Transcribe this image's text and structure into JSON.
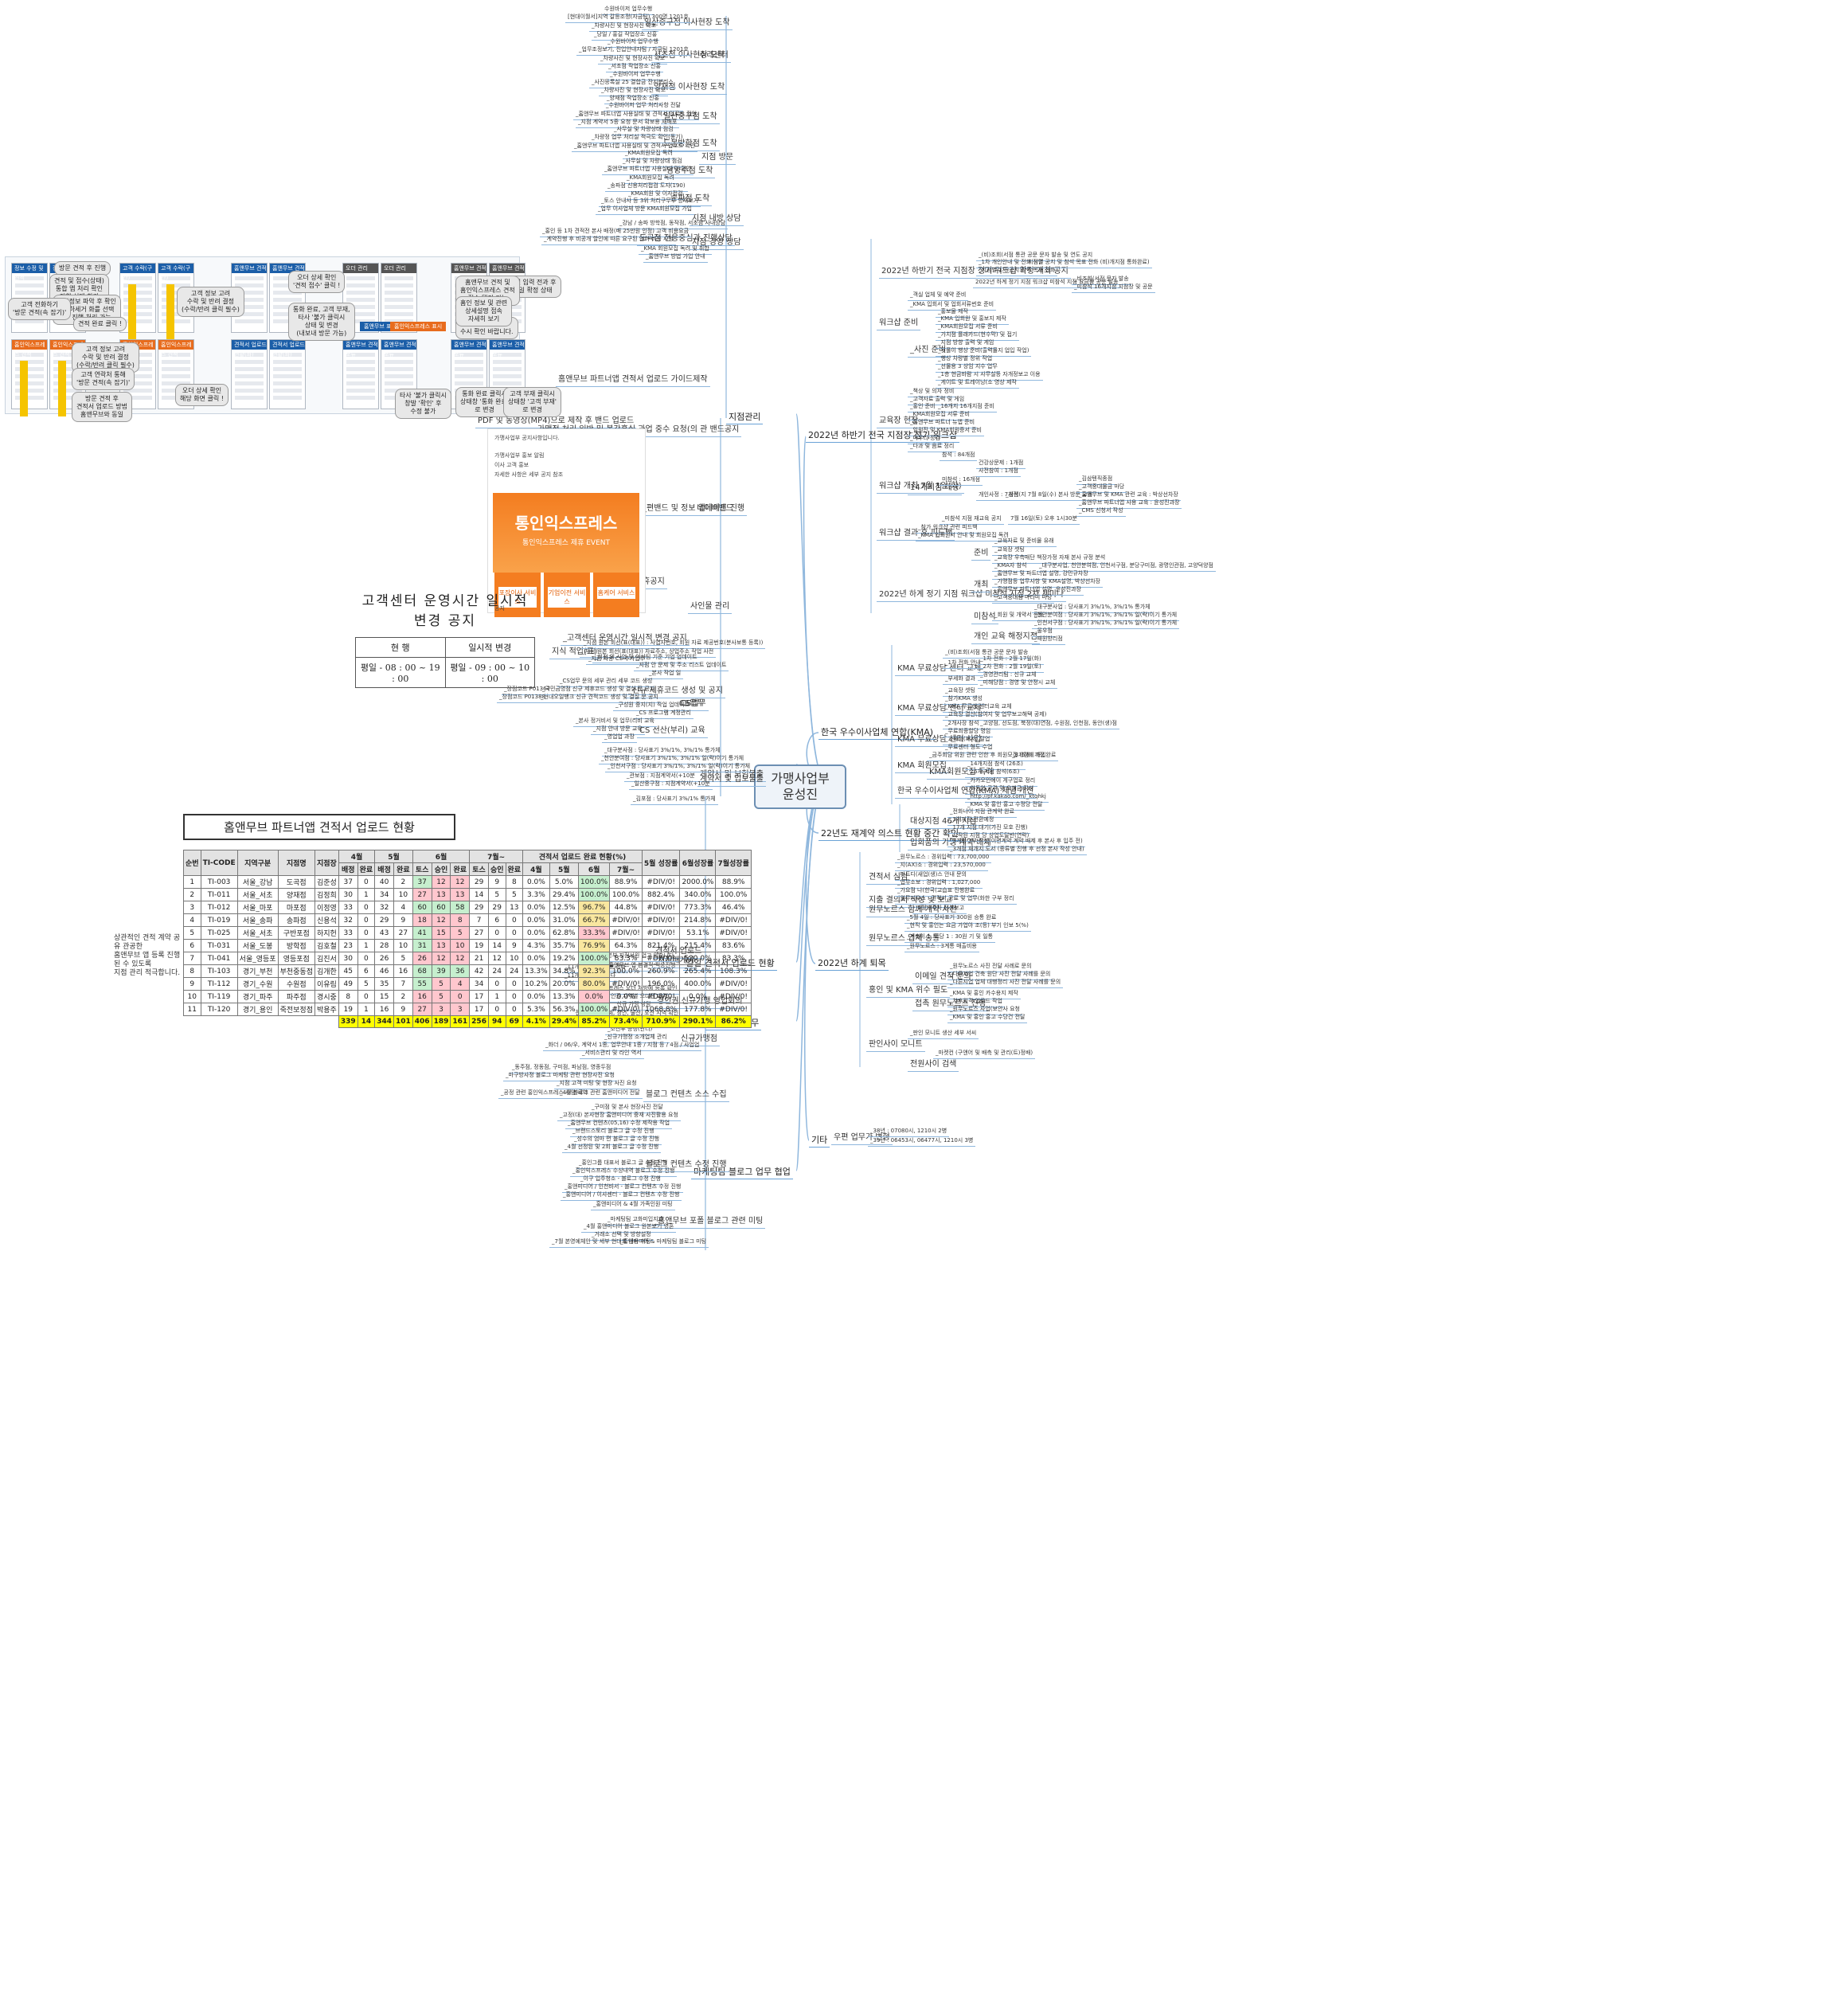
{
  "root": "가맹사업부\n윤성진",
  "nodes": {
    "branch_mgmt": "지점관리",
    "kma": "한국 우수이사업체 연합(KMA)",
    "exit_list": "22년도 재계약 의스트 현황 중간 확인",
    "hy_plan": "2022년 하계 퇴목",
    "other": "기타",
    "daily_upload": "일일 견적서 업로드 현황",
    "new_franchise": "신규가맹 업무",
    "marketing": "마케팅팀 블로그 업무 협업",
    "upper_h1": "2022년 하반기 전국 지점장 정기 워크샵",
    "sugalsi": "수리센터",
    "jijeom_gwalli": "지점 방문",
    "yeonhap": "지점 내방 상담",
    "jijeom_gyeongyeong": "지점 경영 상담",
    "nemo": "네이버밴드",
    "ilban": "사인물 관리",
    "cs": "CS업무",
    "hoegye": "계약서 및 보험불출"
  },
  "labels": {
    "r1": "수원바이저 업무수행",
    "r2": "[현대이월서]지역 갈등조정(자금팀) 300명 1201호",
    "r3": "_차량사진 및 현장사진 확보",
    "r4": "_당일 / 홍길 작업장소 신홍",
    "r5": "_수원바이저 업무수행",
    "r6": "_업무조정보기, 진입안내자팀 / 자금팀 1201호",
    "r7": "_차량사진 및 현장사진 확보",
    "r8": "_서초점 작업장소 신홍",
    "r9": "_수원바이저 업무수행",
    "r10": "_사진등록실 25 결합금 잔지분리스",
    "r11": "_차량사진 및 현장사진 확보",
    "r12": "_양재점 작업장소 신홍",
    "v1": "_수원바이저 업무 처리사항 전달",
    "v2": "_홈앤무브 파트너앱 사용실태 및 견적서 업로드 확인",
    "v3": "_지점 계약서 5종 요청 문서 확보용 재배포",
    "v4": "_사무실 및 차량상태 점검",
    "v5": "_차량정 업무 처리실 적극도 확인(동기)",
    "v6": "_홈앤무브 파트너앱 사용실태 및 견적서 업로드 확인",
    "v7": "_KMA회원모집 독려",
    "v8": "_사무실 및 차량상태 점검",
    "v9": "_홈앤무브 파트너앱 사용실태 및 확인",
    "v10": "_KMA회원모집 독려",
    "v11": "_송파점 신용처리접검 도자(190)",
    "v12": "_KMA회원 및 이자접검",
    "v13": "_토스 안내사 등 3위 처리구무부 양재보기",
    "v14": "_업무 이사업체 방문 KMA회원모집 가입",
    "s1": "일산중구점 이사현장 도착",
    "s2": "서초점 이사현장 도착",
    "s3": "양재점 이사현장 도착",
    "s4": "일산중구점 도착",
    "s5": "도봉방학점 도착",
    "s6": "남양주점 도착",
    "s7": "송파점 도착",
    "c1": "_강남 / 송파 방학점, 동작점, 서초점 사내상담",
    "c2": "_홍인 등 1차 견적전 본사 배정(배 25만원 인정) 고객 비용요금",
    "c3": "_계약진행 후 비공개 할인에 따른 요구된 인하 비용 사항",
    "c4": "도곡점 전용중심과 진행상담",
    "c5": "_KMA 회원모집 독려 및 취합",
    "c6": "_홈앤무브 방법 가입 안내",
    "ws1": "2022년 하반기 전국 지점장 정기 워크샵 확정 개최 공지",
    "ws2": "_(비)조회(서점 통관 공문 문자 발송 및 연도 공지",
    "ws3": "_1차 개인안내 및 전화 전달",
    "ws4": "지점별 공지 및 참석 목표 전화 (비)개지점 통화완료)",
    "ws5": "_지점별 1차 공지 참석 목표 전화",
    "ws6": "2022년 하계 정기 지점 워크샵 미참석 지점 요금품 공문 발송",
    "ws7": "_비조회(서점 문자 발송",
    "ws8": "_미참석 16개지점 지점장 및 공문",
    "ws9": "워크샵 준비",
    "ws10": "_객실 업체 및 예약 준비",
    "ws11": "_KMA 입회서 및 업회서류번호 준비",
    "ws12": "_홍보물 제작",
    "ws13": "_KMA 입회원 및 홍보지 제작",
    "ws14": "_KMA회원모집 서류 준비",
    "ws15": "_가치점 플래카드(현수막) 및 접기",
    "ws16": "_지점 방향 출력 및 게임",
    "ws17": "_뒷풀이 행상 준비(출력물지 업입 작업)",
    "ws18": "_행상 차량별 정위 작업",
    "ws19": "_선물용 3 상임 지수 업무",
    "ws20": "_사진 준비",
    "ws21": "_1층 현금바람 시 사무실등 자개정보고 이용",
    "ws22": "_게이트 및 트레이닝(소 영상 제작",
    "ws23": "_책상 및 의자 정비",
    "ws24": "_고객자료 출력 및 게임",
    "ws25": "_홍인 준비",
    "ws26": "_16개지 16개지점 준비",
    "ws27": "_KMA회원모집 서류 준비",
    "ws28": "_홈앤무브 파트너 뉴앱 준비",
    "ws29": "_임원진 및 KMA회원증서 준비",
    "ws30": "_마무리 정검",
    "ws31": "_다과 및 음료 정리",
    "ws32": "교육장 현장",
    "ws33": "워크샵 개최\n7월 1일(화)",
    "ws34": "참석 : 84개점",
    "ws35": "미참석 : 16개점",
    "ws36": "건강상문제 : 1개점",
    "ws37": "사전참여 : 1개점",
    "ws38": "개인사정 : 7개점",
    "ws39": "_참석(지 7월 8일(수) 본사 방문 교육",
    "ws40": "_미참석 지점 재교육 공지",
    "ws41": "7월 16일(토) 오후 1시30분",
    "ws42": "_김삼텐직종점",
    "ws43": "_고객중대물금 마당",
    "ws44": "_홈앤무브 및 KMA 관련 교육 : 박상선차장",
    "ws45": "_홈앤무브 파트너앱 사용 교육 : 윤성진과장",
    "ws46": "_CMS 신청서 작성",
    "ws47": "14개지점 대상",
    "ws48": "워크샵 결과 후 피드백",
    "ws49": "_참가 워크샵 관련 피드백",
    "ws50": "_KMA 입회원서 안내 및 회원모집 독려",
    "ws51": "2022년 하계 정기 지점 워크샵 미참석 지점 2차 세미나",
    "ws52": "준비",
    "ws53": "_교육자료 및 준비물 유래",
    "ws54": "_교육장 셋팅",
    "ws55": "_교육장 우측매단 책장가정 자재 본사 규정 분석",
    "ws56": "_KMA자 참석",
    "ws57": "_대구분사업, 천안분여점, 인천서구점, 분당구미점, 광명인관점, 고양덕양점",
    "ws58": "개최",
    "ws59": "_홈앤무브 및 파트너앱 설명, 강민규차장",
    "ws60": "_가맹점등 업무사항 및 KMA설명, 박상선차장",
    "ws61": "_홈앤무브 파트너앱 설명, 윤성진과장",
    "ws62": "_고객중대점 마라디 마당",
    "ws63": "미참석",
    "ws64": "_회원 및 개약서 통틀",
    "ws65": "_대구분사업 : 당사표기 3%/1%, 3%/1% 통가체",
    "ws66": "_천안분여점 : 당사표기 3%/1%, 3%/1% 일(락)이기 통가체",
    "ws67": "_인천서구점 : 당사표기 3%/1%, 3%/1% 일(락)이기 통가체",
    "ws68": "개인 교육 해정지점",
    "ws69": "_울우점",
    "ws70": "_때원방리점",
    "k1": "KMA 무료상담 센터 교체",
    "k2": "_(비)조회(서점 통관 공문 문자 발송",
    "k3": "_1차 전화 안내",
    "k4": "_1차 전화 : 2월 17일(화)",
    "k5": "_2차 전화 : 2월 19일(토)",
    "k6": "_부세화 결과",
    "k7": "_경영관리팀 : 신규 교체",
    "k8": "_미해당점 : 경영 및 안정시 교체",
    "k9": "KMA 무료상담 센터 교체",
    "k10": "_교육장 셋팅",
    "k11": "_참가KMA 생성",
    "k12": "_KMA 무료상 센터교육 교체",
    "k13": "_교육장 결산(참여지 및 업무보고해택 공제)",
    "k14": "_2개사장 참석",
    "k15": "_고양점, 선도점, 북정(대)연점, 수원점, 인천점, 동안(생)점",
    "k16": "KMA 무료상담 센터 사업",
    "k17": "_무료최종할당 명임",
    "k18": "_교육장(제사) 탈업",
    "k19": "_무료센터 형도 수업",
    "k20": "KMA 회원모집",
    "k21": "_금주회담 위원 관련 인한 후 회원모집 (5개) 개정",
    "k22": "_8개점에 가입완료",
    "k23": "KMA회원모집 독려",
    "k24": "_14개지점 참석 (26조)",
    "k25": "_16개 지점 참석(6조)",
    "k26": "한국 우수이사업체 연합(KMA) 제념 개선",
    "k27": "_카카오인에이 게구업로 정리",
    "k28": "_이동업 공격 및 오해금 작성",
    "k29": "_http://pf.kakao.com/_ktqhkj",
    "k30": "_KMA 및 홍인 홍고 수정당 전달",
    "e1": "대상지점 46개 지점",
    "e2": "_전화나이 지점 관계약 완료",
    "e3": "_3개지점 전환예정",
    "e4": "_17개 지점 대기(가진 모호 진행)",
    "e5": "_시작된 지점 당 상업도달반(연락)",
    "e6": "입회품의 가맹 계약 배제",
    "e7": "_3개점 3부 작성(이면계약 계약 배제 후 본사 후 입주 전)",
    "e8": "_3개점 재개지 도서 (종류별 진행 후 선정 본사 작성 안내)",
    "h1": "견적서 심검",
    "h2": "_원무노르스 : 경위입력 : 73,700,000",
    "h3": "_지(AX)소 : 경위입력 : 23,570,000",
    "h4": "_마트디(새업(생)스 안내 문의",
    "h5": "_업무소보 : 경위입력 : 1,027,000",
    "h6": "_가요점 나(한국(교습표 진행완료",
    "h7": "_원무디유스 : 견적서 공료 및 업무(화한 구부 정리",
    "h8": "지출 결의서 작성 및 보고",
    "h9": "원무노르스 함께 계약 사전",
    "h10": "_5월 3주차 정상보고",
    "h11": "원무노르스 업체 승통",
    "h12": "_5월 4일 : 당사표기 300원 승통 완료",
    "h13": "_현직 및 홍인는 요금 가업아 조(등) 부기 인보 5(%)",
    "h14": "_계측이 1, 학당 1 : 30원 기 및 일통",
    "h15": "_원무노르스 : 3계통 매출비용",
    "h16": "홍인 및 KMA 위수 필도",
    "h17": "이메일 견적 문의",
    "h18": "_원무노르스 사진 전달 사례로 문의",
    "h19": "_다른지업 건축 원단 사진 전달 사례를 문의",
    "h20": "_다른지업 업체 대행정리 사진 전달 사례를 문의",
    "h21": "접촉 원무노르스 진행",
    "h22": "_KMA 및 홍인 카수용지 제작",
    "h23": "_차후원격 업로드 작업",
    "h24": "_원무노르스 사업(보안사 요청",
    "h25": "_KMA 및 홍인 홍고 수당건 전달",
    "h26": "판인사이 모니트",
    "h27": "_판인 모니트 생산 세부 서씨",
    "h28": "전원사이 검색",
    "h29": "_마켓컨 (구앤어 및 배측 및 관리(트)정배)",
    "o1": "우편 업무가 변형",
    "o2": "_38년 : 07080시, 1210시 2병",
    "o3": "_39년 : 06453시, 06477시, 1210시 3병",
    "d1": "견적서 업로드",
    "d2": "_지지배게이",
    "d3": "_본부 지점서원 업고 있습니다.",
    "d4": "_홈앤무브 앱 본결적 적응진행",
    "d5": "_11개지점 본사 방문 전화",
    "d6": "_11개 지점 안정 진다",
    "n1": "_홈인익스프레스 오더 처방에 등록 확인",
    "n2": "_경인권 지역별 오더전 내역",
    "n3": "_신규 가맹 상담",
    "n4": "_진주, 사천, 거제, 창연, 울산, 오산 지역 확인",
    "n5": "경인권 신규가맹 영업회의",
    "n6": "_2022 원본(도) 작성",
    "n7": "_소진부 증정(관리)",
    "n8": "_신규가맹정 소개업체 관리",
    "n9": "_화더 / 06/우, 계약서 1종, 업무안내 1종 / 지점 등 / 4점 / 사업업",
    "n10": "_서비스관리 및 라인 역서",
    "n11": "신규가맹점",
    "m1": "블로그 컨텐츠 소스 수집",
    "m2": "_동주점, 정동점, 구미점, 파남점, 영종두점",
    "m3": "_마구방사정 블로그 마케팅 관련 현장사진 요청",
    "m4": "_지점 고객 미팅 및 현장 사진 요청",
    "m5": "_공정 관련 홍인익스프레스 사양 내역",
    "m6": "_4월 블로그 관련 홈앤미디어 전달",
    "m7": "_구미점 및 본사 현장사진 전달",
    "m8": "_고정(대) 본사현장 홈앤미디어 중재 사진활용 요청",
    "m9": "_홈앤무브 컨텐츠(05,16) 수정 제작용 작업",
    "m10": "_브랜드스토리 블로그 글 수정 진행",
    "m11": "_성수의 엄마 편 블로그 글 수정 진행",
    "m12": "_4월 선정된 및 2회 블로그 글 수정 진행",
    "m13": "블로그 컨텐츠 수정 진행",
    "m14": "_홍인그룹 대표서 블로그 글 수정 진행",
    "m15": "_홍인익스프레스 수상내역 블로그 수정 진행",
    "m16": "_이구 입주청소 - 블로그 수정 진행",
    "m17": "_홍앤미디어 / 인천바서 - 블로그 컨텐츠 수정 진행",
    "m18": "_홍앤미디어 / 이사센터 - 블로그 컨텐츠 수정 진행",
    "m19": "_홈앤무브 포폴 블로그 관련 미팅",
    "m20": "_홍앤미디어 & 4월 가족인원 미팅",
    "m21": "_마케팅팀 고화미입지과",
    "m22": "_4월 홍앤미디어 블로그 원본보기 영혼",
    "m23": "_거래소 선택 및 방향설정",
    "m24": "_7월 본영예체인 및 세부 현대포 내용 미팅",
    "m25": "_홍앤미디어 & 마케팅팀 블로그 미팅",
    "app1": "홈앤무브 파트너앱 견적서 업로드 가이드제작",
    "app2": "PDF 및 동영상(MP4)으로 제작 후 밴드 업로드",
    "app3": "가맹점 처리 일반 및 복강홍실 과업 중수 요청(의 관 밴드공지",
    "app4": "_편밴드 및 정보 업데이트 진행",
    "app5": "_국민은행 제휴공지",
    "app6": "_고객센터 운영시간 일시적 변경 공지",
    "cs1": "_지점 원본 회선(표(대표)) : 사업자번호, 회원 자료 제공번호(분사보통 등록))",
    "cs2": "_지점 원본 회선(표(대표)) 자료주소, 상업주소 작업 사전",
    "cs3": "지식 적업(표)",
    "cs4": "_지점 외 사업 및 이사팀 기준 기업 업데이트",
    "cs5": "_지점 차량 CS 추가업무",
    "cs6": "_지점 안 문제 및 주소 리스트 업데이트",
    "cs7": "_본사 작업 일",
    "cs8": "_CS업무 문의 세부 관리 세부 코드 생성",
    "cs9": "_국민금명점 신규 제휴코드 생성 및 결실 문 공지",
    "cs10": "_현대오일뱅크 신규 견적코드 생성 및 결실 문 공지",
    "cs11": "_장점코드 P01367",
    "cs12": "_장점코드 P01388",
    "cs13": "_신규 제휴코드 생성 및 공지",
    "cs14": "_구성원 중지(지) 작업 업데이트",
    "cs15": "_CS 프로그램 계정관리",
    "cs16": "_본사 정거비서 및 업무(리비 교육",
    "cs17": "_지점 안내 방문 교육",
    "cs18": "_영업업 과장",
    "cs19": "CS 전산(부리) 교육",
    "cs20": "CS업무",
    "ins1": "_대구분사점 : 당사표기 3%/1%, 3%/1% 통가체",
    "ins2": "_천안분여점 : 당사표기 3%/1%, 3%/1% 일(락)이기 통가체",
    "ins3": "_인천서구점 : 당사표기 3%/1%, 3%/1% 일(락)이기 통가체",
    "ins4": "_관보점 : 지점계약서(+10분",
    "ins5": "_일산중구점 : 지점계약서(+10분",
    "ins6": "_김포점 : 당사표기 3%/1% 통가체",
    "ins7": "계약서 및 입보불출"
  },
  "guide": {
    "tabs": [
      "정보 수정 및 견적",
      "고객 수락(구간)",
      "홈앤무브 견적",
      "오더 관리",
      "홈앤무브 견적",
      "홈인익스프레스 견적",
      "홈인익스프레스 견적",
      "견적서 업로드 현황(화)",
      "홈앤무브 견적 보류",
      "홈앤무브 견적 보류"
    ],
    "callouts": [
      "방문 견적 후 진행",
      "견적 및 접수(상태)\n통합 앱 처리 확인\n진행 선택 하기",
      "세부정보 파악 후 확인\n-> 하세거 화를 선택\n-> 진행 처리 가능",
      "견적 완료 클릭 !",
      "고객 전화하기\n'방문 견적(속 잡기)'",
      "고객 정보 고려\n수락 및 반려 결정\n(수락/반려 클릭 필수)",
      "오더 상세 확인\n'견적 접수' 클릭 !",
      "통화 완료, 고객 부재,\n타사 '불가 클릭시\n상태 및 변경\n(내보내 방문 가능)",
      "고객 정보 고려\n수락 및 반려 결정\n(수락/반려 클릭 필수)",
      "고객 연락처 통해\n'방문 견적(속 잡기)'",
      "방문 견적 후\n견적서 업로드 방법\n홈앤무브와 동일",
      "오더 상세 확인\n해당 화면 클릭 !",
      "타사 '불가 클릭시\n창발 '확인' 후\n수정 불가",
      "통화 완료 클릭시\n상태창 '통화 완료'\n로 변경",
      "고객 부재 클릭시\n상태창 '고객 부재'\n로 변경",
      "작업일 입력 전과 후\n작업일 확정 상태",
      "홈앤무브 견적 및\n홈인익스프레스 견적\n접수 탭의 기능",
      "공지사항\n수시 확인 바랍니다.",
      "홈인 정보 및 관련\n상세설명 접속\n자세히 보기"
    ],
    "button_blue": "홈앤무브 표시",
    "button_orange": "홈인익스프레스 표시"
  },
  "promo": {
    "header": "가맹사업부 공지사항입니다.",
    "lines": [
      "가맹사업부 홍보 알림",
      "이사 고객 홍보",
      "자세한 사항은 세부 공지 참조"
    ],
    "brand": "통인익스프레스",
    "event": "통인익스프레스 제휴 EVENT",
    "services": [
      "포장이사\n서비스",
      "기업이전\n서비스",
      "홈케어\n서비스"
    ],
    "footer": "공지"
  },
  "notice": {
    "title": "고객센터 운영시간 일시적 변경 공지",
    "head": [
      "현      행",
      "일시적 변경"
    ],
    "row": [
      "평일 - 08 : 00 ~ 19 : 00",
      "평일 - 09 : 00 ~ 10 : 00"
    ]
  },
  "upload_status": {
    "title": "홈앤무브 파트너앱 견적서 업로드 현황",
    "head1": [
      "순번",
      "TI-CODE",
      "지역구분",
      "지점명",
      "지점장",
      "4월",
      "5월",
      "6월",
      "7월~",
      "견적서 업로드 완료 현황(%)",
      "5월 성장률",
      "6월성장률",
      "7월성장률"
    ],
    "head2": [
      "배정",
      "완료",
      "배정",
      "완료",
      "토스",
      "승인",
      "완료",
      "토스",
      "승인",
      "완료",
      "4월",
      "5월",
      "6월",
      "7월~"
    ],
    "rows": [
      [
        "1",
        "TI-003",
        "서울_강남",
        "도곡점",
        "김준성",
        "37",
        "0",
        "40",
        "2",
        "37",
        "12",
        "12",
        "29",
        "9",
        "8",
        "0.0%",
        "5.0%",
        "100.0%",
        "88.9%",
        "#DIV/0!",
        "2000.0%",
        "88.9%"
      ],
      [
        "2",
        "TI-011",
        "서울_서초",
        "양재점",
        "김정희",
        "30",
        "1",
        "34",
        "10",
        "27",
        "13",
        "13",
        "14",
        "5",
        "5",
        "3.3%",
        "29.4%",
        "100.0%",
        "100.0%",
        "882.4%",
        "340.0%",
        "100.0%"
      ],
      [
        "3",
        "TI-012",
        "서울_마포",
        "마포점",
        "이정영",
        "33",
        "0",
        "32",
        "4",
        "60",
        "60",
        "58",
        "29",
        "29",
        "13",
        "0.0%",
        "12.5%",
        "96.7%",
        "44.8%",
        "#DIV/0!",
        "773.3%",
        "46.4%"
      ],
      [
        "4",
        "TI-019",
        "서울_송파",
        "송파점",
        "신용석",
        "32",
        "0",
        "29",
        "9",
        "18",
        "12",
        "8",
        "7",
        "6",
        "0",
        "0.0%",
        "31.0%",
        "66.7%",
        "#DIV/0!",
        "#DIV/0!",
        "214.8%",
        "#DIV/0!"
      ],
      [
        "5",
        "TI-025",
        "서울_서초",
        "구반포점",
        "하지헌",
        "33",
        "0",
        "43",
        "27",
        "41",
        "15",
        "5",
        "27",
        "0",
        "0",
        "0.0%",
        "62.8%",
        "33.3%",
        "#DIV/0!",
        "#DIV/0!",
        "53.1%",
        "#DIV/0!"
      ],
      [
        "6",
        "TI-031",
        "서울_도봉",
        "방학점",
        "김호철",
        "23",
        "1",
        "28",
        "10",
        "31",
        "13",
        "10",
        "19",
        "14",
        "9",
        "4.3%",
        "35.7%",
        "76.9%",
        "64.3%",
        "821.4%",
        "215.4%",
        "83.6%"
      ],
      [
        "7",
        "TI-041",
        "서울_영등포",
        "영등포점",
        "김진서",
        "30",
        "0",
        "26",
        "5",
        "26",
        "12",
        "12",
        "21",
        "12",
        "10",
        "0.0%",
        "19.2%",
        "100.0%",
        "83.3%",
        "#DIV/0!",
        "520.0%",
        "83.3%"
      ],
      [
        "8",
        "TI-103",
        "경기_부천",
        "부천중동점",
        "김개한",
        "45",
        "6",
        "46",
        "16",
        "68",
        "39",
        "36",
        "42",
        "24",
        "24",
        "13.3%",
        "34.8%",
        "92.3%",
        "100.0%",
        "260.9%",
        "265.4%",
        "108.3%"
      ],
      [
        "9",
        "TI-112",
        "경기_수원",
        "수원점",
        "이유림",
        "49",
        "5",
        "35",
        "7",
        "55",
        "5",
        "4",
        "34",
        "0",
        "0",
        "10.2%",
        "20.0%",
        "80.0%",
        "#DIV/0!",
        "196.0%",
        "400.0%",
        "#DIV/0!"
      ],
      [
        "10",
        "TI-119",
        "경기_파주",
        "파주점",
        "경시중",
        "8",
        "0",
        "15",
        "2",
        "16",
        "5",
        "0",
        "17",
        "1",
        "0",
        "0.0%",
        "13.3%",
        "0.0%",
        "0.0%",
        "#DIV/0!",
        "0.0%",
        "#DIV/0!"
      ],
      [
        "11",
        "TI-120",
        "경기_용인",
        "죽전보정점",
        "박용주",
        "19",
        "1",
        "16",
        "9",
        "27",
        "3",
        "3",
        "17",
        "0",
        "0",
        "5.3%",
        "56.3%",
        "100.0%",
        "#DIV/0!",
        "1068.8%",
        "177.8%",
        "#DIV/0!"
      ]
    ],
    "total": [
      "339",
      "14",
      "344",
      "101",
      "406",
      "189",
      "161",
      "256",
      "94",
      "69",
      "4.1%",
      "29.4%",
      "85.2%",
      "73.4%",
      "710.9%",
      "290.1%",
      "86.2%"
    ],
    "note": "상관적인 견적 계약 공유 관공한\n홈앤무브 앱 등록 진행된 수 있도록\n지점 관리 적극합니다."
  }
}
